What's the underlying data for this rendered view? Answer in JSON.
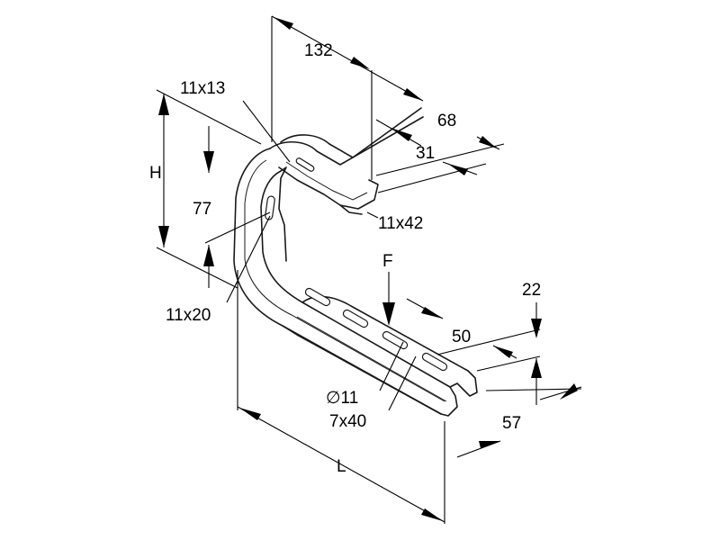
{
  "labels": {
    "d132": "132",
    "d11x13": "11x13",
    "d68": "68",
    "d31": "31",
    "dH": "H",
    "d77": "77",
    "d11x42": "11x42",
    "dF": "F",
    "d22": "22",
    "d11x20": "11x20",
    "d50": "50",
    "dphi11": "∅11",
    "d7x40": "7x40",
    "d57": "57",
    "dL": "L"
  },
  "colors": {
    "line": "#1a1a1a",
    "background": "#ffffff"
  }
}
